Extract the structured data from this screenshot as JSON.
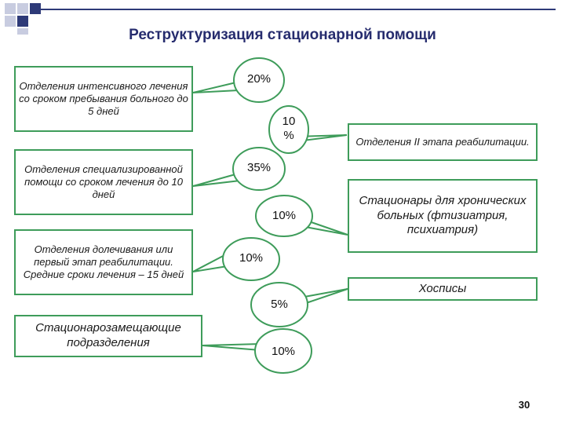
{
  "slide": {
    "title": "Реструктуризация стационарной помощи",
    "page_number": "30"
  },
  "left_boxes": [
    {
      "text": "Отделения интенсивного лечения со сроком пребывания больного до 5 дней"
    },
    {
      "text": "Отделения специализированной помощи со сроком лечения до 10 дней"
    },
    {
      "text": "Отделения долечивания или первый этап реабилитации. Средние сроки лечения – 15 дней"
    },
    {
      "text": "Стационарозамещающие подразделения"
    }
  ],
  "bubbles": [
    {
      "label": "20%"
    },
    {
      "label": "10\n%"
    },
    {
      "label": "35%"
    },
    {
      "label": "10%"
    },
    {
      "label": "10%"
    },
    {
      "label": "5%"
    },
    {
      "label": "10%"
    }
  ],
  "right_boxes": [
    {
      "text": "Отделения  II этапа реабилитации."
    },
    {
      "text": "Стационары для хронических больных (фтизиатрия, психиатрия)"
    },
    {
      "text": "Хосписы"
    }
  ],
  "colors": {
    "border": "#3e9c5a",
    "title": "#262c6e",
    "decor_dark": "#2e3a78",
    "decor_light": "#c8cce0"
  }
}
